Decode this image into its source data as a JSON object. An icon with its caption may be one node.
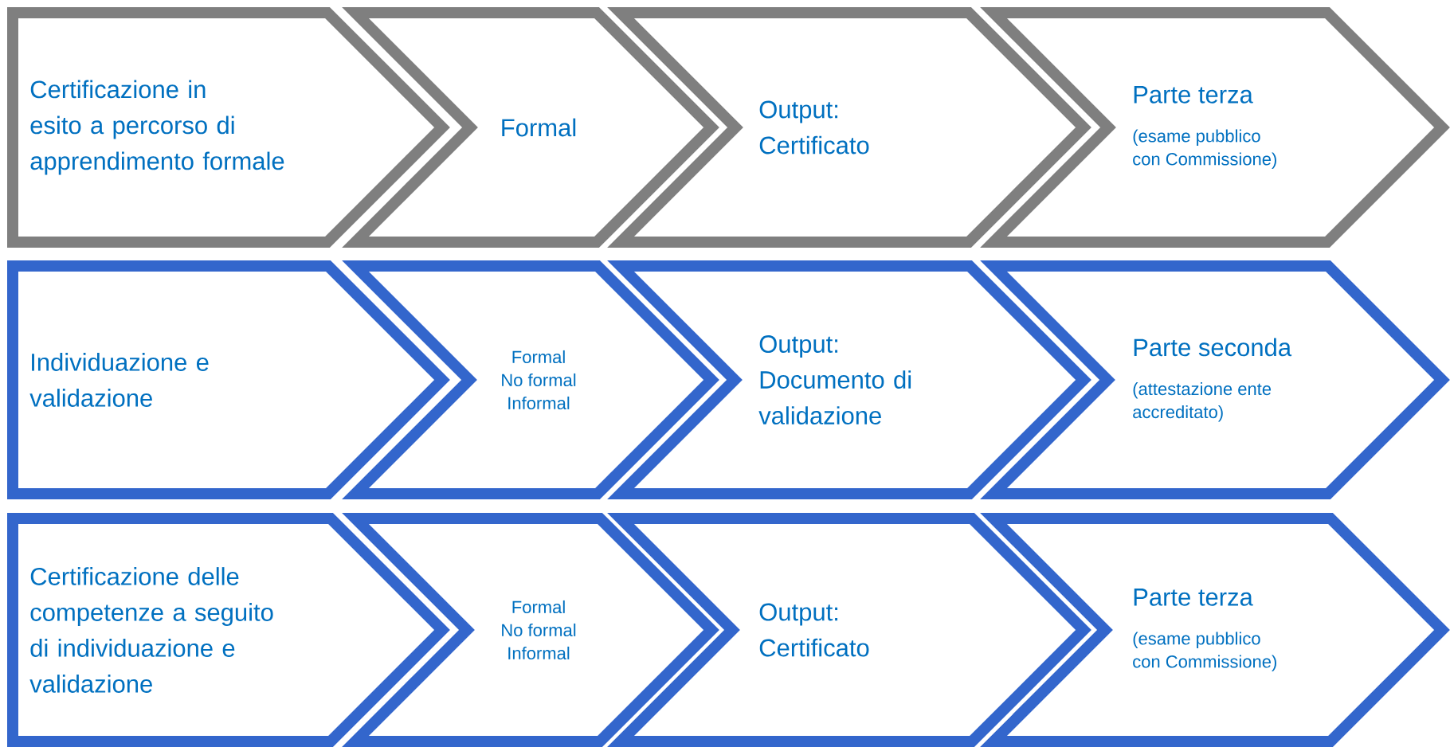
{
  "diagram": {
    "nodes": [
      {
        "text": [
          "Certificazione in esito a percorso di apprendimento formale"
        ]
      },
      {
        "text": [
          "Formal"
        ]
      },
      {
        "text": [
          "Output: Certificato"
        ]
      },
      {
        "text": [
          "Parte terza",
          "(esame pubblico con Commissione)"
        ]
      },
      {
        "text": [
          "Individuazione e validazione"
        ]
      },
      {
        "text": [
          "Formal",
          "No formal",
          "Informal"
        ]
      },
      {
        "text": [
          "Output: Documento di validazione"
        ]
      },
      {
        "text": [
          "Parte seconda",
          "(attestazione ente accreditato)"
        ]
      },
      {
        "text": [
          "Certificazione delle competenze a seguito di individuazione e validazione"
        ]
      },
      {
        "text": [
          "Formal",
          "No formal",
          "Informal"
        ]
      },
      {
        "text": [
          "Output: Certificato"
        ]
      },
      {
        "text": [
          "Parte terza",
          "(esame pubblico con Commissione)"
        ]
      }
    ]
  }
}
